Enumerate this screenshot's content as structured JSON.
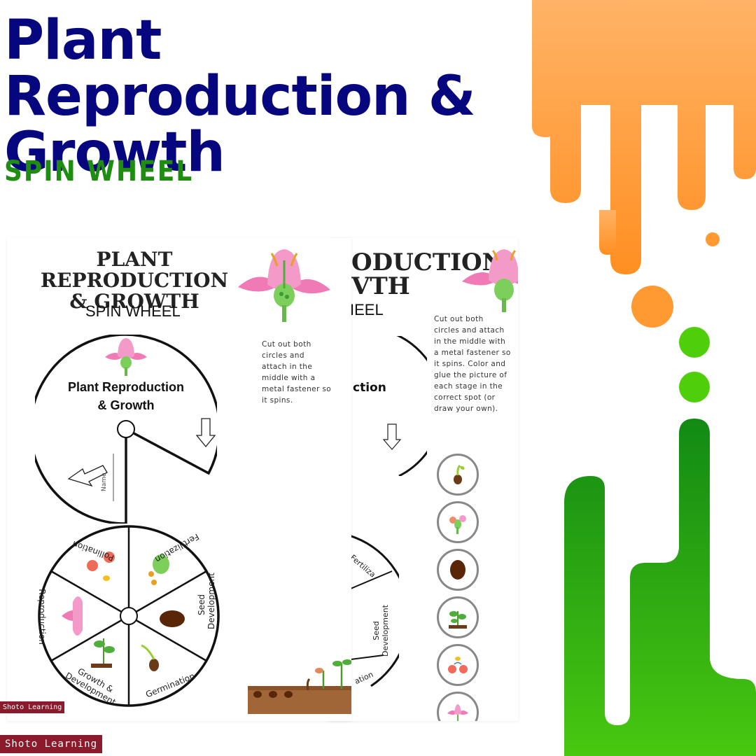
{
  "header": {
    "title": "Plant Reproduction & Growth",
    "subtitle": "SPIN WHEEL"
  },
  "worksheet_front": {
    "title_line1": "PLANT REPRODUCTION",
    "title_line2": "& GROWTH",
    "subtitle": "SPIN WHEEL",
    "wheel_title_line1": "Plant Reproduction",
    "wheel_title_line2": "& Growth",
    "name_label": "Name",
    "segments": [
      "Pollination",
      "Fertilization",
      "Seed Development",
      "Germination",
      "Growth & Development",
      "Reproduction"
    ],
    "instructions": "Cut out both circles and attach in the middle with a metal fastener so it spins."
  },
  "worksheet_back": {
    "title_line1": "ODUCTION",
    "title_line2": "VTH",
    "subtitle": "IEEL",
    "wheel_fragment": "ction",
    "segment_fragments": [
      "Fertiliza",
      "Seed Development",
      "ation"
    ],
    "instructions": "Cut out both circles and attach in the middle with a metal fastener so it spins. Color and glue the picture of each stage in the correct spot (or draw your own)."
  },
  "stage_icons": [
    "sprouting-seed-icon",
    "flower-cross-section-icon",
    "seed-icon",
    "young-plant-icon",
    "pollination-icon",
    "flower-icon"
  ],
  "brand": {
    "watermark_small": "Shoto Learning",
    "watermark": "Shoto Learning"
  },
  "colors": {
    "title_blue": "#06067e",
    "subtitle_green": "#1f8d12",
    "orange": "#ff9a33",
    "green": "#2ca514",
    "badge": "#8a1a2c",
    "flower_pink": "#f07ab5"
  }
}
